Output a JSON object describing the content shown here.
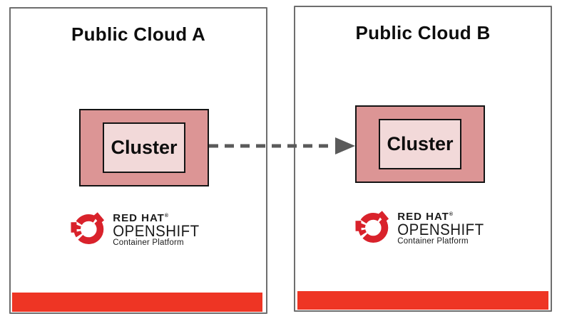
{
  "diagram": {
    "clouds": [
      {
        "title": "Public Cloud A",
        "cluster_label": "Cluster"
      },
      {
        "title": "Public Cloud B",
        "cluster_label": "Cluster"
      }
    ],
    "logo": {
      "brand": "RED HAT",
      "registered_mark": "®",
      "product": "OPENSHIFT",
      "subtitle": "Container Platform"
    },
    "arrow": {
      "style": "dashed",
      "direction": "left-to-right",
      "from": "Public Cloud A",
      "to": "Public Cloud B"
    },
    "colors": {
      "cloud_border": "#6e6e6e",
      "cluster_outer_fill": "#dc9595",
      "cluster_inner_fill": "#f2d9d9",
      "cluster_border": "#141414",
      "accent_bar": "#ee3524",
      "arrow": "#5a5a5a",
      "logo_red": "#d9222b",
      "text": "#0d0d0d"
    }
  }
}
